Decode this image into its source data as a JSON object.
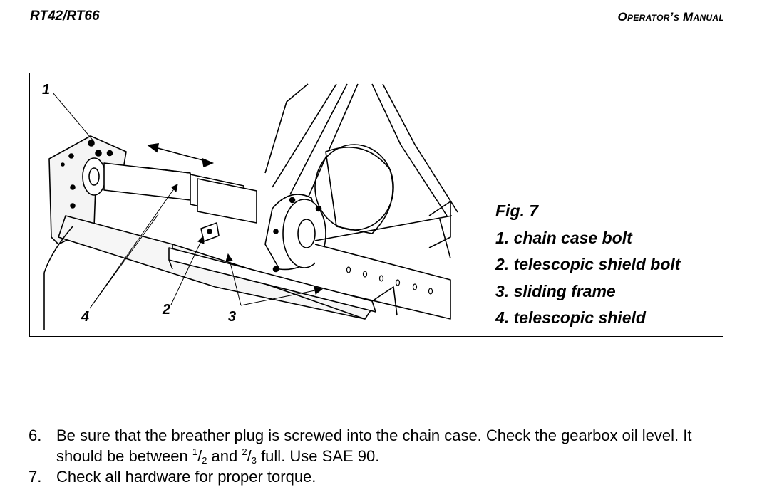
{
  "header": {
    "model": "RT42/RT66",
    "manual": "Operator’s Manual"
  },
  "figure": {
    "callouts": [
      "1",
      "2",
      "3",
      "4"
    ],
    "caption": {
      "title": "Fig. 7",
      "items": [
        "1. chain case bolt",
        "2. telescopic shield bolt",
        "3. sliding frame",
        "4. telescopic shield"
      ]
    }
  },
  "instructions": [
    {
      "number": "6.",
      "text_a": "Be sure that the breather plug is screwed into the chain case. Check the gearbox oil level. It should be between ",
      "frac1_num": "1",
      "frac_sep": "/",
      "frac1_den": "2",
      "text_b": " and ",
      "frac2_num": "2",
      "frac2_den": "3",
      "text_c": " full. Use SAE 90."
    },
    {
      "number": "7.",
      "text": "Check all hardware for proper torque."
    }
  ]
}
